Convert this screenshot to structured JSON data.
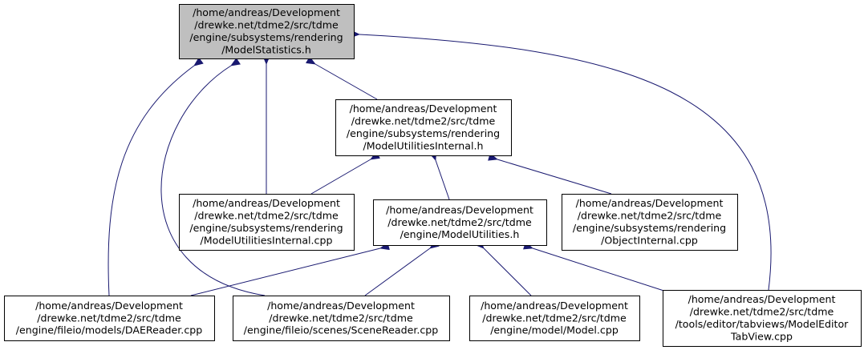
{
  "colors": {
    "edge": "#191970",
    "node_border": "#000000",
    "node_fill": "#ffffff",
    "root_fill": "#bfbfbf"
  },
  "nodes": [
    {
      "id": "model-statistics-h",
      "root": true,
      "lines": [
        "/home/andreas/Development",
        "/drewke.net/tdme2/src/tdme",
        "/engine/subsystems/rendering",
        "/ModelStatistics.h"
      ]
    },
    {
      "id": "model-utilities-internal-h",
      "lines": [
        "/home/andreas/Development",
        "/drewke.net/tdme2/src/tdme",
        "/engine/subsystems/rendering",
        "/ModelUtilitiesInternal.h"
      ]
    },
    {
      "id": "model-utilities-internal-cpp",
      "lines": [
        "/home/andreas/Development",
        "/drewke.net/tdme2/src/tdme",
        "/engine/subsystems/rendering",
        "/ModelUtilitiesInternal.cpp"
      ]
    },
    {
      "id": "model-utilities-h",
      "lines": [
        "/home/andreas/Development",
        "/drewke.net/tdme2/src/tdme",
        "/engine/ModelUtilities.h"
      ]
    },
    {
      "id": "object-internal-cpp",
      "lines": [
        "/home/andreas/Development",
        "/drewke.net/tdme2/src/tdme",
        "/engine/subsystems/rendering",
        "/ObjectInternal.cpp"
      ]
    },
    {
      "id": "dae-reader-cpp",
      "lines": [
        "/home/andreas/Development",
        "/drewke.net/tdme2/src/tdme",
        "/engine/fileio/models/DAEReader.cpp"
      ]
    },
    {
      "id": "scene-reader-cpp",
      "lines": [
        "/home/andreas/Development",
        "/drewke.net/tdme2/src/tdme",
        "/engine/fileio/scenes/SceneReader.cpp"
      ]
    },
    {
      "id": "model-cpp",
      "lines": [
        "/home/andreas/Development",
        "/drewke.net/tdme2/src/tdme",
        "/engine/model/Model.cpp"
      ]
    },
    {
      "id": "model-editor-tabview-cpp",
      "lines": [
        "/home/andreas/Development",
        "/drewke.net/tdme2/src/tdme",
        "/tools/editor/tabviews/ModelEditor",
        "TabView.cpp"
      ]
    }
  ],
  "edges": [
    {
      "from": "model-utilities-internal-h",
      "to": "model-statistics-h"
    },
    {
      "from": "model-utilities-internal-cpp",
      "to": "model-statistics-h"
    },
    {
      "from": "dae-reader-cpp",
      "to": "model-statistics-h"
    },
    {
      "from": "scene-reader-cpp",
      "to": "model-statistics-h"
    },
    {
      "from": "model-editor-tabview-cpp",
      "to": "model-statistics-h"
    },
    {
      "from": "model-utilities-internal-cpp",
      "to": "model-utilities-internal-h"
    },
    {
      "from": "model-utilities-h",
      "to": "model-utilities-internal-h"
    },
    {
      "from": "object-internal-cpp",
      "to": "model-utilities-internal-h"
    },
    {
      "from": "dae-reader-cpp",
      "to": "model-utilities-h"
    },
    {
      "from": "scene-reader-cpp",
      "to": "model-utilities-h"
    },
    {
      "from": "model-cpp",
      "to": "model-utilities-h"
    },
    {
      "from": "model-editor-tabview-cpp",
      "to": "model-utilities-h"
    }
  ]
}
